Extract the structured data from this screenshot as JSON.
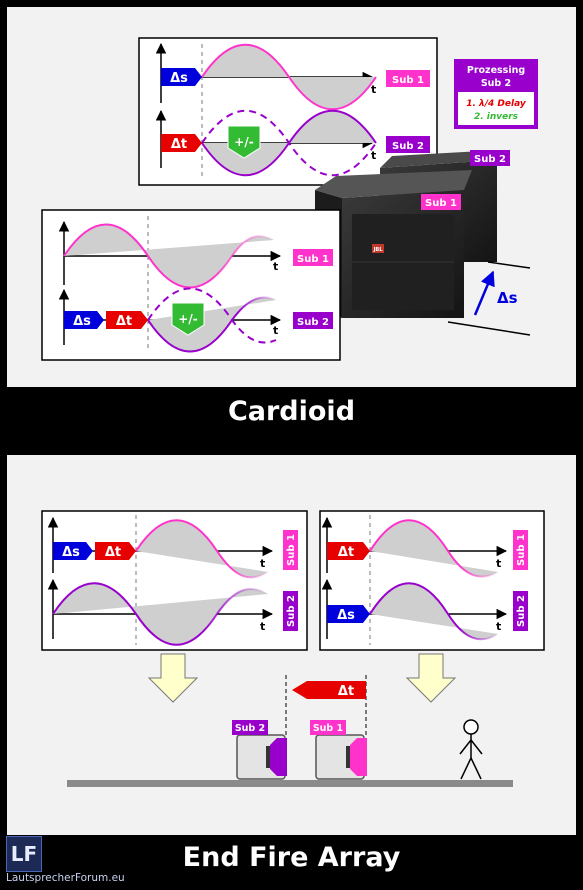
{
  "cardioid": {
    "title": "Cardioid",
    "upper_diagram": {
      "sub1_label": "Sub 1",
      "sub2_label": "Sub 2",
      "delta_s": "Δs",
      "delta_t": "Δt",
      "polarity": "+/-",
      "time_axis": "t"
    },
    "lower_diagram": {
      "sub1_label": "Sub 1",
      "sub2_label": "Sub 2",
      "delta_s": "Δs",
      "delta_t": "Δt",
      "polarity": "+/-",
      "time_axis": "t"
    },
    "processing_box": {
      "title_line1": "Prozessing",
      "title_line2": "Sub 2",
      "step1": "1. λ/4 Delay",
      "step2": "2. invers"
    },
    "speakers": {
      "front_label": "Sub 1",
      "rear_label": "Sub 2",
      "spacing": "Δs",
      "brand": "JBL"
    }
  },
  "end_fire": {
    "title": "End Fire Array",
    "left_diagram": {
      "sub1_label": "Sub 1",
      "sub2_label": "Sub 2",
      "delta_s": "Δs",
      "delta_t": "Δt",
      "time_axis": "t"
    },
    "right_diagram": {
      "sub1_label": "Sub 1",
      "sub2_label": "Sub 2",
      "delta_s": "Δs",
      "delta_t": "Δt",
      "time_axis": "t"
    },
    "delay_arrow_label": "Δt",
    "cabinet_rear_label": "Sub 2",
    "cabinet_front_label": "Sub 1"
  },
  "logo": {
    "mark": "LF",
    "site": "LautsprecherForum.eu"
  },
  "colors": {
    "sub1": "#ff33cc",
    "sub2": "#9900cc",
    "delta_s": "#0000dd",
    "delta_t": "#e60000",
    "polarity": "#33bb33",
    "curve_fill": "#cfcfcf"
  }
}
